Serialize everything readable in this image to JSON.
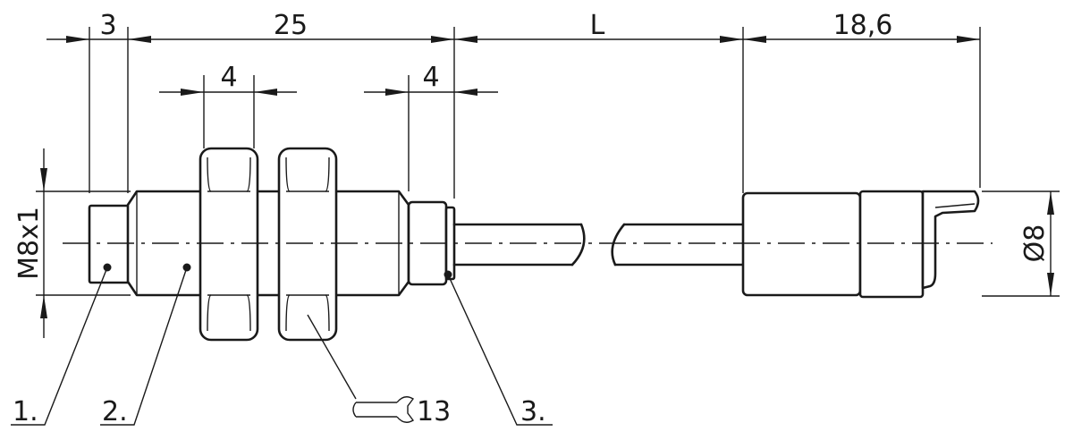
{
  "dimensions": {
    "tip_length": "3",
    "body_length": "25",
    "nut_width": "4",
    "rear_section": "4",
    "cable_length": "L",
    "connector_length": "18,6",
    "connector_diameter": "Ø8",
    "thread": "M8x1"
  },
  "callouts": {
    "item1": "1.",
    "item2": "2.",
    "item3": "3.",
    "wrench_size": "13"
  }
}
